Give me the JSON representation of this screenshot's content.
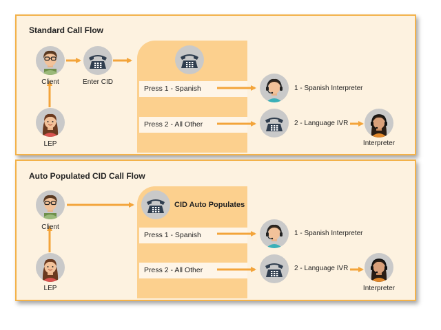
{
  "panel1": {
    "title": "Standard Call Flow",
    "client_label": "Client",
    "enter_cid_label": "Enter CID",
    "lep_label": "LEP",
    "option1": "Press 1 - Spanish",
    "option2": "Press 2 - All Other",
    "spanish_interpreter_label": "1 - Spanish Interpreter",
    "language_ivr_label": "2 - Language IVR",
    "interpreter_label": "Interpreter"
  },
  "panel2": {
    "title": "Auto Populated CID Call Flow",
    "client_label": "Client",
    "cid_auto_label": "CID Auto Populates",
    "lep_label": "LEP",
    "option1": "Press 1 - Spanish",
    "option2": "Press 2 - All Other",
    "spanish_interpreter_label": "1 - Spanish Interpreter",
    "language_ivr_label": "2 - Language IVR",
    "interpreter_label": "Interpreter"
  },
  "colors": {
    "accent": "#f3a43a",
    "panel_bg": "#fdf2e0",
    "column_bg": "#fcd08e",
    "icon_bg": "#c9c9c9"
  },
  "icons": [
    "client-avatar-icon",
    "lep-avatar-icon",
    "phone-icon",
    "agent-headset-icon",
    "interpreter-headset-icon"
  ]
}
